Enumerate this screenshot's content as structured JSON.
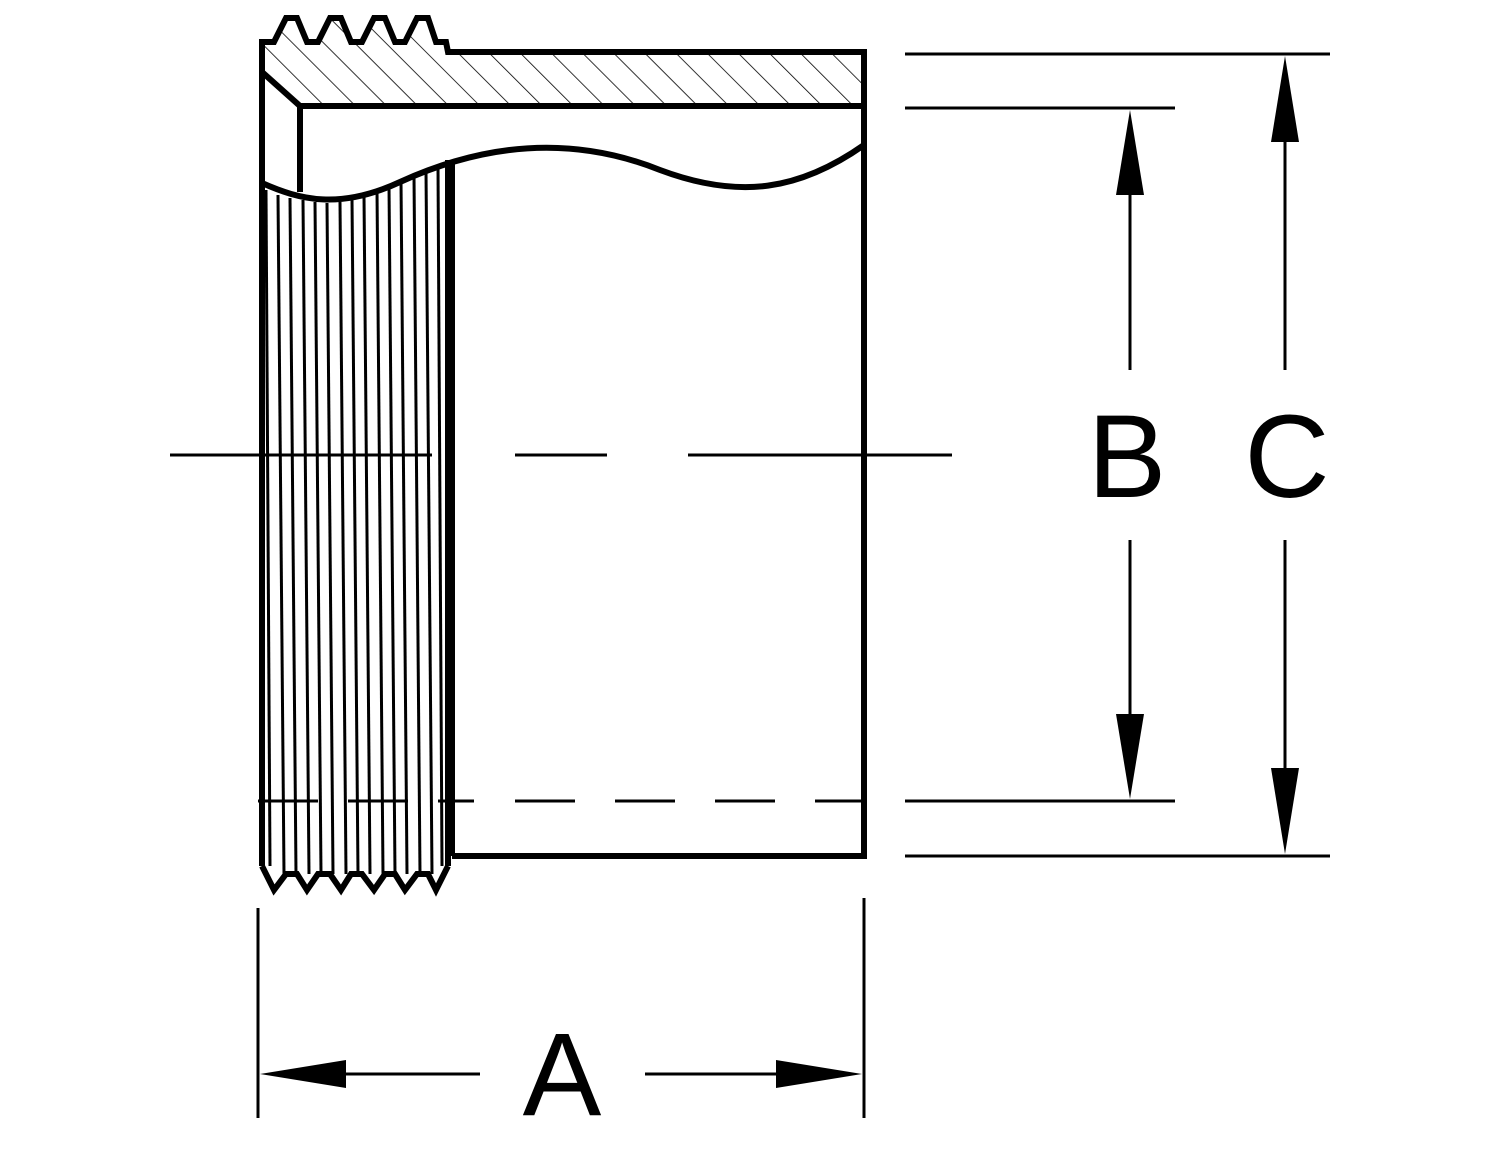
{
  "diagram": {
    "dimension_labels": {
      "length": "A",
      "inner_diameter": "B",
      "outer_diameter": "C"
    },
    "line_color": "#000000",
    "background_color": "#ffffff"
  }
}
